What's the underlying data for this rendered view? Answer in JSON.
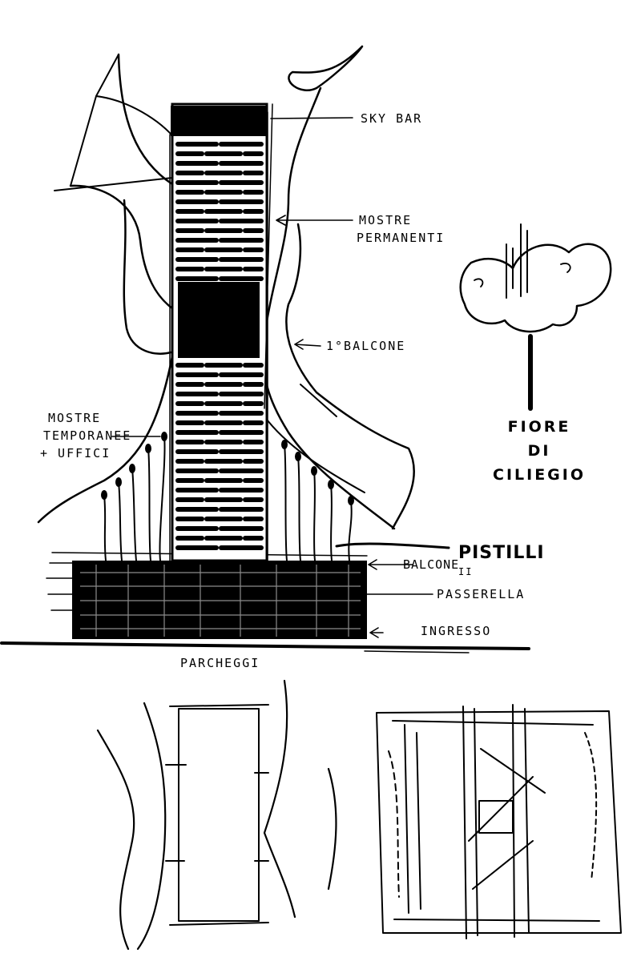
{
  "labels": {
    "sky_bar": "SKY BAR",
    "mostre_permanenti_1": "MOSTRE",
    "mostre_permanenti_2": "PERMANENTI",
    "balcone_1": "1°BALCONE",
    "mostre_temporanee_1": "MOSTRE",
    "mostre_temporanee_2": "TEMPORANEE",
    "mostre_temporanee_3": "+ UFFICI",
    "balcone_2": "BALCONE",
    "balcone_2_numeral": "II",
    "pistilli": "PISTILLI",
    "passerella": "PASSERELLA",
    "ingresso": "INGRESSO",
    "parcheggi": "PARCHEGGI",
    "fiore_1": "FIORE",
    "fiore_2": "DI",
    "fiore_3": "CILIEGIO"
  },
  "palette": {
    "ink": "#000000",
    "paper": "#ffffff"
  }
}
